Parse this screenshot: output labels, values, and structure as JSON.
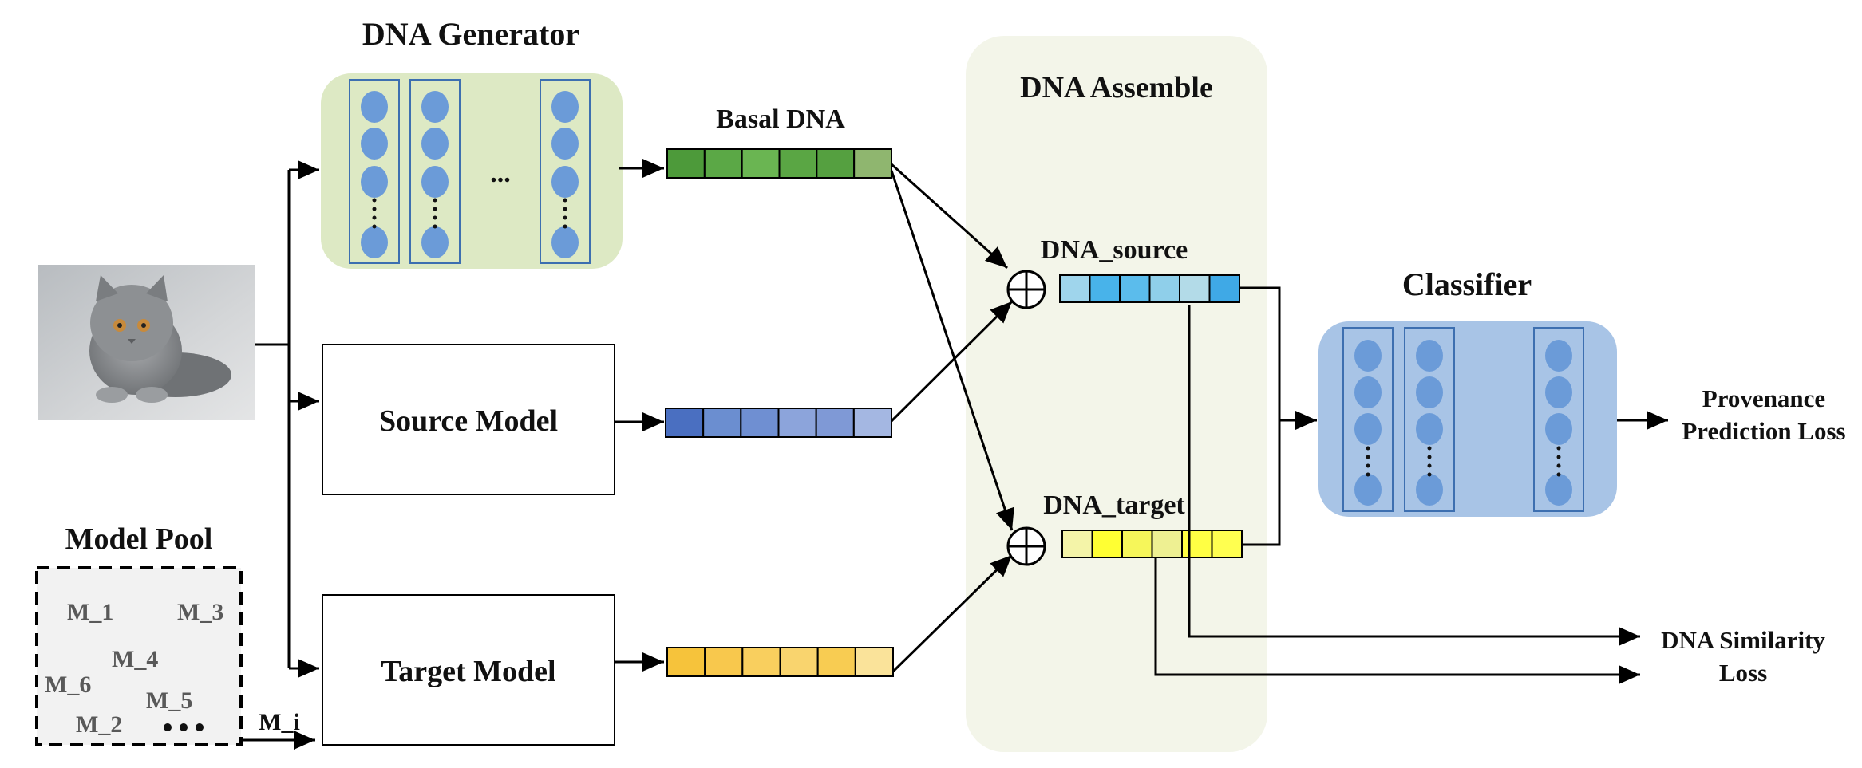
{
  "titles": {
    "dna_generator": "DNA Generator",
    "dna_assemble": "DNA Assemble",
    "classifier": "Classifier",
    "model_pool": "Model Pool"
  },
  "models": {
    "source": "Source Model",
    "target": "Target Model"
  },
  "vectors": {
    "basal": {
      "label": "Basal DNA",
      "colors": [
        "#4d9a3a",
        "#5ba846",
        "#6ab552",
        "#5aa644",
        "#55a040",
        "#8fb66f"
      ]
    },
    "source_feature": {
      "colors": [
        "#4a6fc1",
        "#6b8ed0",
        "#6f8fd2",
        "#8ca4db",
        "#7f99d6",
        "#a4b7e2"
      ]
    },
    "target_feature": {
      "colors": [
        "#f6c33b",
        "#f8c84d",
        "#f9cf5e",
        "#f9d46e",
        "#f8cc52",
        "#faE39a"
      ]
    },
    "dna_source": {
      "label": "DNA_source",
      "colors": [
        "#9fd5ec",
        "#48b3ea",
        "#5bbcec",
        "#8fcfea",
        "#b3dbe8",
        "#3fa9e6"
      ]
    },
    "dna_target": {
      "label": "DNA_target",
      "colors": [
        "#f4f4a8",
        "#ffff33",
        "#f6f65a",
        "#eef092",
        "#ffff44",
        "#ffff50"
      ]
    }
  },
  "ellipsis": "...",
  "model_pool_items": [
    "M_1",
    "M_3",
    "M_4",
    "M_6",
    "M_5",
    "M_2"
  ],
  "mi_label": "M_i",
  "outputs": {
    "provenance_line1": "Provenance",
    "provenance_line2": "Prediction Loss",
    "similarity_line1": "DNA Similarity",
    "similarity_line2": "Loss"
  },
  "colors": {
    "generator_bg": "#dde9c4",
    "assemble_bg": "#f3f5e9",
    "classifier_bg": "#a8c4e6",
    "neuron": "#6b9bd8",
    "neuron_border": "#4a7ab8",
    "pool_bg": "#f2f2f2"
  },
  "icons": [
    "cat-photo",
    "plus-circle-icon",
    "arrow-icon"
  ]
}
